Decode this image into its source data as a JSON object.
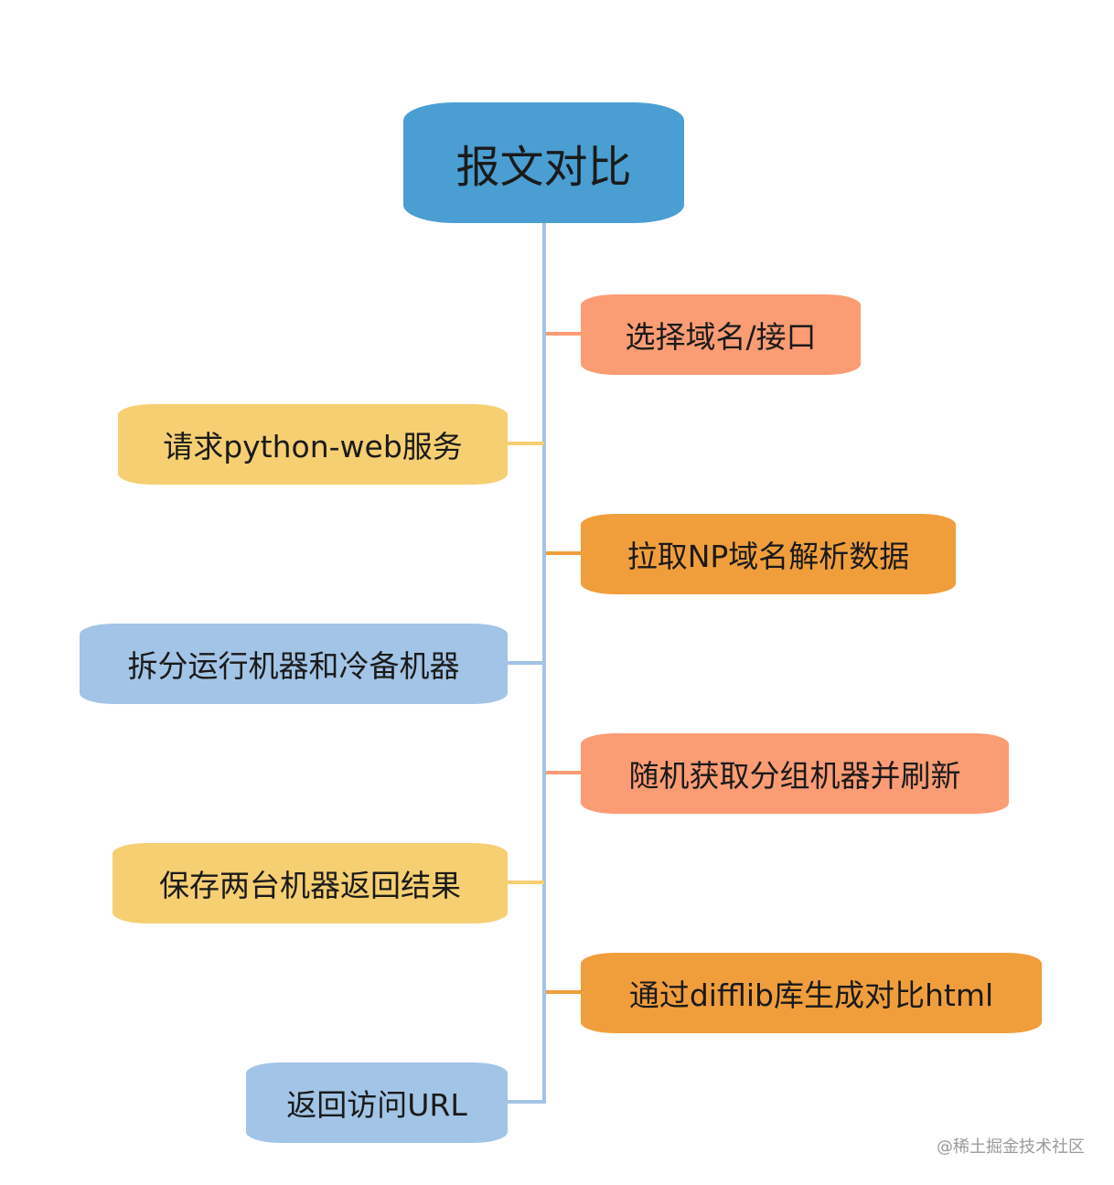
{
  "root": {
    "label": "报文对比"
  },
  "steps": [
    {
      "label": "选择域名/接口"
    },
    {
      "label": "请求python-web服务"
    },
    {
      "label": "拉取NP域名解析数据"
    },
    {
      "label": "拆分运行机器和冷备机器"
    },
    {
      "label": "随机获取分组机器并刷新"
    },
    {
      "label": "保存两台机器返回结果"
    },
    {
      "label": "通过difflib库生成对比html"
    },
    {
      "label": "返回访问URL"
    }
  ],
  "colors": {
    "root": "#4a9ed2",
    "spine": "#a3c4e4",
    "salmon": "#fb9c74",
    "yellow": "#f5cf71",
    "orange": "#f09e3c",
    "blue": "#a2c4e6"
  },
  "watermark": "@稀土掘金技术社区"
}
